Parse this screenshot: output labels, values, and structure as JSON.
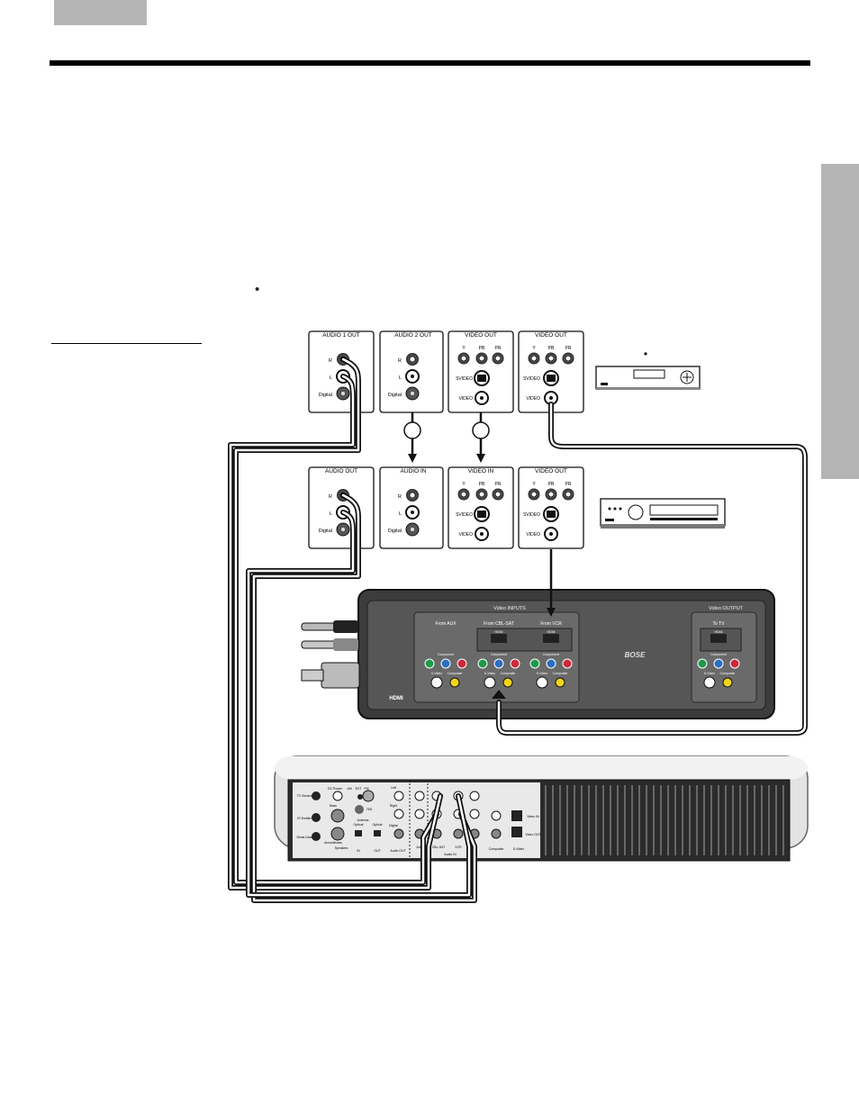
{
  "page": {
    "bullet_mark": "•"
  },
  "source_panels": [
    {
      "id": "audio-1-out",
      "title": "AUDIO 1 OUT",
      "rows": [
        "R",
        "L",
        "Digital"
      ]
    },
    {
      "id": "audio-2-out",
      "title": "AUDIO 2 OUT",
      "rows": [
        "R",
        "L",
        "Digital"
      ]
    },
    {
      "id": "video-out-a",
      "title": "VIDEO OUT",
      "component": [
        "Y",
        "PB",
        "PR"
      ],
      "rows": [
        "SVIDEO",
        "VIDEO"
      ]
    },
    {
      "id": "video-out-b",
      "title": "VIDEO OUT",
      "component": [
        "Y",
        "PB",
        "PR"
      ],
      "rows": [
        "SVIDEO",
        "VIDEO"
      ]
    }
  ],
  "recorder_panels": [
    {
      "id": "audio-out",
      "title": "AUDIO OUT",
      "rows": [
        "R",
        "L",
        "Digital"
      ]
    },
    {
      "id": "audio-in",
      "title": "AUDIO IN",
      "rows": [
        "R",
        "L",
        "Digital"
      ]
    },
    {
      "id": "video-in",
      "title": "VIDEO IN",
      "component": [
        "Y",
        "PB",
        "PR"
      ],
      "rows": [
        "SVIDEO",
        "VIDEO"
      ]
    },
    {
      "id": "video-out",
      "title": "VIDEO OUT",
      "component": [
        "Y",
        "PB",
        "PR"
      ],
      "rows": [
        "SVIDEO",
        "VIDEO"
      ]
    }
  ],
  "top_device_bullet": "•",
  "media_center": {
    "inputs_title": "Video INPUTS",
    "outputs_title": "Video OUTPUT",
    "groups": [
      "From AUX",
      "From CBL-SAT",
      "From VCR"
    ],
    "output_group": "To TV",
    "hdmi_label": "HDMI",
    "component_label": "Component",
    "svideo_label": "S-Video",
    "composite_label": "Composite",
    "brand": "BOSE",
    "hdmi_logo": "HDMI"
  },
  "rear_panel": {
    "labels": {
      "tv_sensor": "TV Sensor",
      "ir_emitter": "IR Emitter",
      "serial_data": "Serial Data",
      "dc_power": "DC Power",
      "am": "AM",
      "fm": "FM",
      "ext": "EXT",
      "am_ant": "75Ω",
      "antenna": "Antenna",
      "bass": "Bass",
      "speakers": "Speakers",
      "acoustimass": "Acoustimass",
      "optical": "Optical",
      "optical_in": "IN",
      "optical_out": "OUT",
      "left": "Left",
      "right": "Right",
      "digital": "Digital",
      "audio_out": "Audio OUT",
      "aux": "AUX",
      "cbl_sat": "CBL-SAT",
      "vcr": "VCR",
      "tv": "TV",
      "audio_in": "Audio IN",
      "composite": "Composite",
      "s_video": "S-Video",
      "video_in": "Video IN",
      "video_out": "Video OUT"
    }
  }
}
